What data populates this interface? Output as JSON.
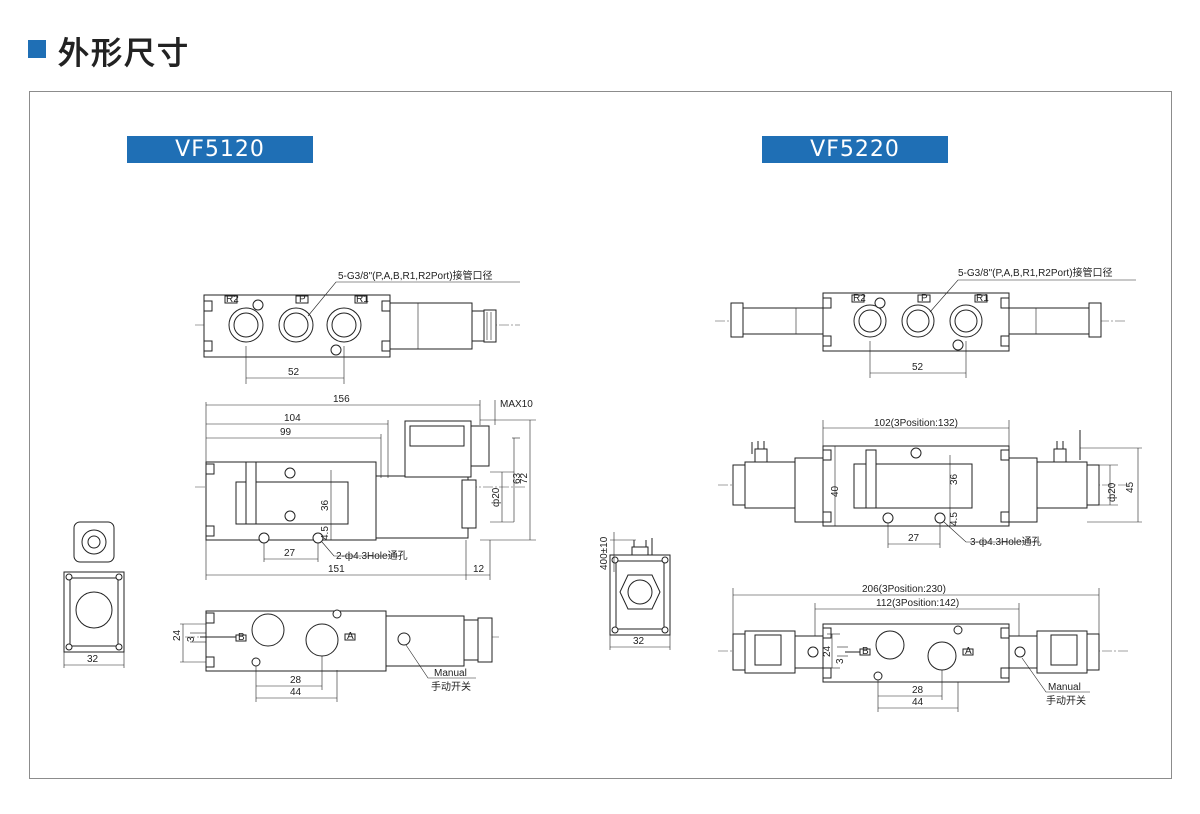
{
  "header": {
    "title": "外形尺寸",
    "accent": "#1f6fb5"
  },
  "vf5120": {
    "model": "VF5120",
    "ports_note": "5-G3/8\"(P,A,B,R1,R2Port)接管口径",
    "port_tags": {
      "r2": "R2",
      "p": "P",
      "r1": "R1",
      "a": "A",
      "b": "B"
    },
    "dims": {
      "d52": "52",
      "d156": "156",
      "max10": "MAX10",
      "d104": "104",
      "d99": "99",
      "d36": "36",
      "d4_5": "4.5",
      "d20": "ф20",
      "d63": "63",
      "d72": "72",
      "d27": "27",
      "hole": "2-ф4.3Hole通孔",
      "d151": "151",
      "d12": "12",
      "d24": "24",
      "d3": "3",
      "d28": "28",
      "d44": "44",
      "side32": "32"
    },
    "manual": "Manual",
    "manual_cn": "手动开关"
  },
  "vf5220": {
    "model": "VF5220",
    "ports_note": "5-G3/8\"(P,A,B,R1,R2Port)接管口径",
    "port_tags": {
      "r2": "R2",
      "p": "P",
      "r1": "R1",
      "a": "A",
      "b": "B"
    },
    "dims": {
      "d52": "52",
      "d102": "102(3Position:132)",
      "d40": "40",
      "d36": "36",
      "d4_5": "4.5",
      "d20": "ф20",
      "d45": "45",
      "d27": "27",
      "hole": "3-ф4.3Hole通孔",
      "d206": "206(3Position:230)",
      "d112": "112(3Position:142)",
      "d24": "24",
      "d3": "3",
      "d28": "28",
      "d44": "44",
      "d400": "400±10",
      "side32": "32"
    },
    "manual": "Manual",
    "manual_cn": "手动开关"
  }
}
